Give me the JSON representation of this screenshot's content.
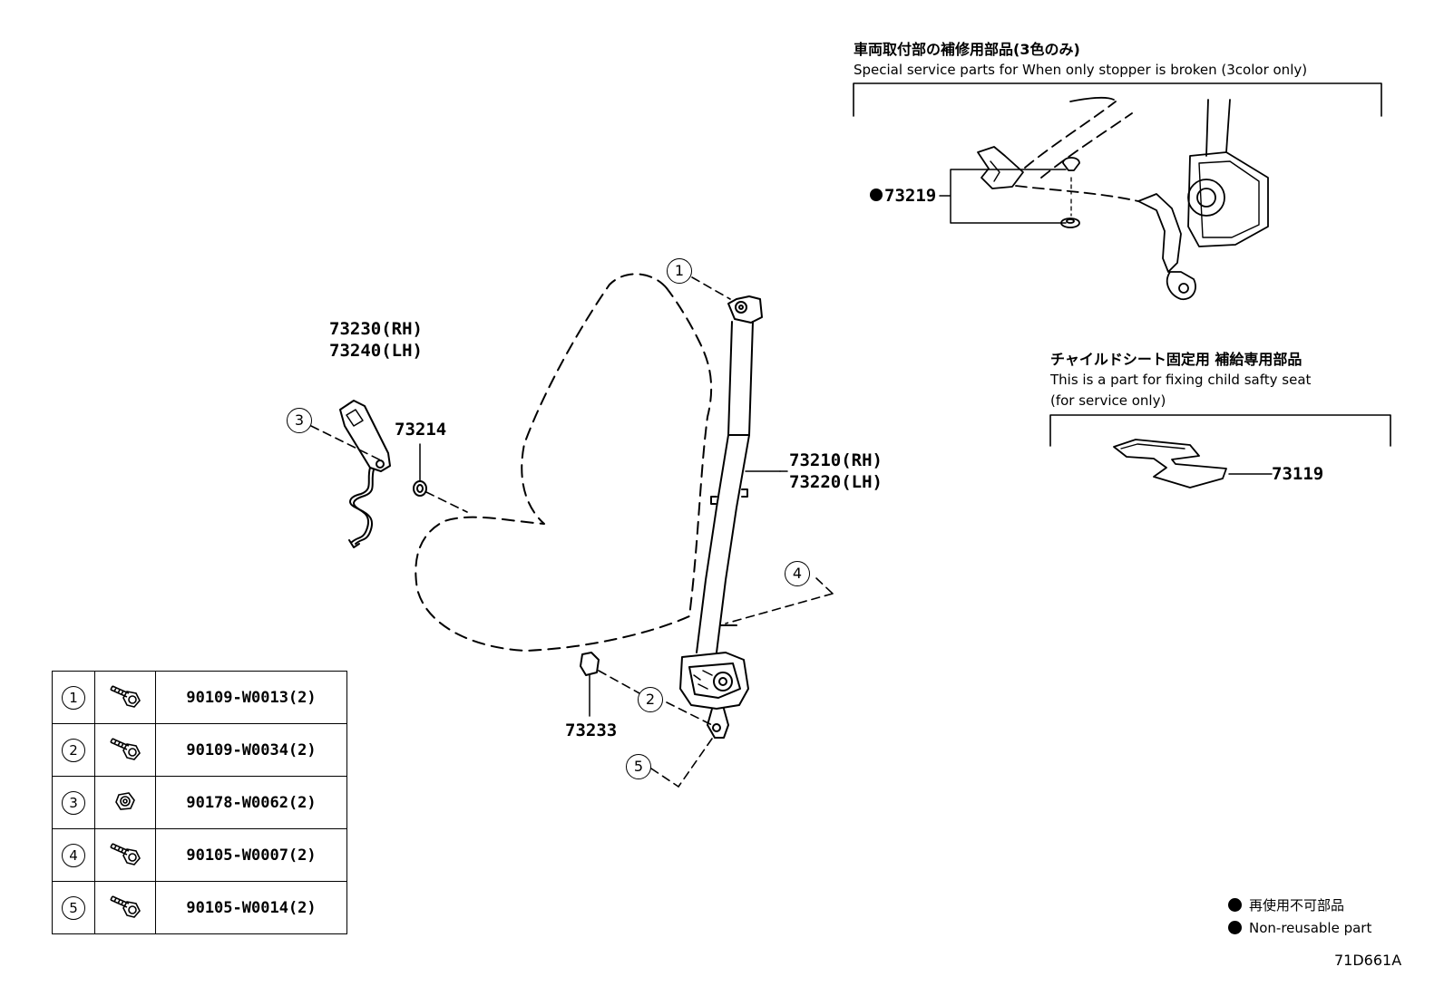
{
  "diagram_code": "71D661A",
  "parts": {
    "buckle_rh": "73230(RH)",
    "buckle_lh": "73240(LH)",
    "part_73214": "73214",
    "belt_rh": "73210(RH)",
    "belt_lh": "73220(LH)",
    "part_73233": "73233",
    "part_73219": "73219",
    "part_73119": "73119"
  },
  "callouts": [
    "1",
    "2",
    "3",
    "4",
    "5"
  ],
  "special_service": {
    "title_jp": "車両取付部の補修用部品(3色のみ)",
    "title_en": "Special service parts for When only stopper is broken (3color only)"
  },
  "child_seat": {
    "title_jp": "チャイルドシート固定用  補給専用部品",
    "line1": "This is a part for fixing child safty seat",
    "line2": "(for service only)"
  },
  "fasteners": [
    {
      "num": "1",
      "icon": "bolt-icon",
      "part": "90109-W0013(2)"
    },
    {
      "num": "2",
      "icon": "bolt-icon",
      "part": "90109-W0034(2)"
    },
    {
      "num": "3",
      "icon": "nut-icon",
      "part": "90178-W0062(2)"
    },
    {
      "num": "4",
      "icon": "bolt-icon",
      "part": "90105-W0007(2)"
    },
    {
      "num": "5",
      "icon": "bolt-icon",
      "part": "90105-W0014(2)"
    }
  ],
  "legend": {
    "jp": "再使用不可部品",
    "en": "Non-reusable part"
  }
}
